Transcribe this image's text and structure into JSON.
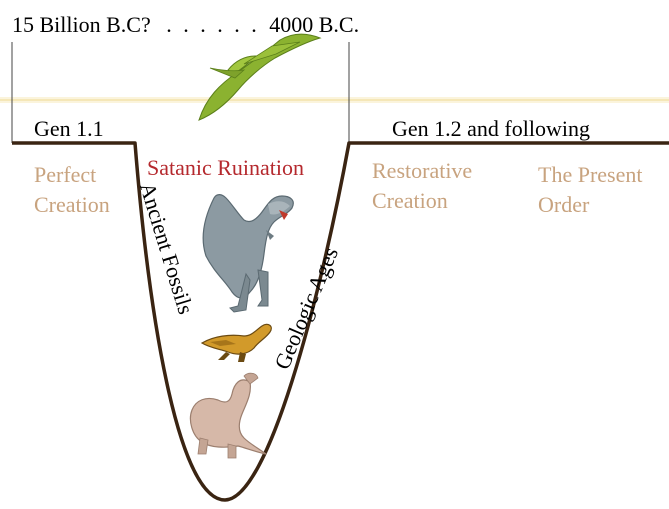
{
  "header": {
    "start_label": "15 Billion B.C?",
    "dots": ". . . . . .",
    "end_label": "4000 B.C."
  },
  "timeline": {
    "left_label": "Gen 1.1",
    "right_label": "Gen 1.2 and following"
  },
  "notes": {
    "perfect_line1": "Perfect",
    "perfect_line2": "Creation",
    "ruination": "Satanic Ruination",
    "restorative_line1": "Restorative",
    "restorative_line2": "Creation",
    "present_line1": "The Present",
    "present_line2": "Order"
  },
  "pit_labels": {
    "left_vertical": "Ancient Fossils",
    "right_vertical": "Geologic Ages"
  },
  "icons": [
    "pterodactyl-icon",
    "trex-icon",
    "small-dinosaur-icon",
    "sauropod-icon"
  ],
  "colors": {
    "line": "#3a2412",
    "tan_text": "#c8a37f",
    "red_text": "#b5292e",
    "pterodactyl": "#8bb230",
    "trex": "#8c9aa2",
    "sauropod": "#d6b8a8",
    "small_dino": "#d29a2a"
  }
}
